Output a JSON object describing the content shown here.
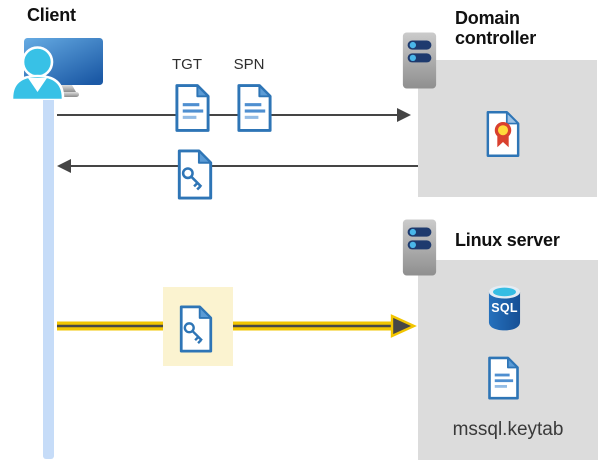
{
  "client": {
    "label": "Client"
  },
  "kerberos_flow": {
    "tgt_label": "TGT",
    "spn_label": "SPN"
  },
  "domain_controller": {
    "label": "Domain controller"
  },
  "linux_server": {
    "label": "Linux server",
    "database_label": "SQL",
    "keytab_file": "mssql.keytab"
  },
  "colors": {
    "document_blue": "#2e75b6",
    "document_fold_blue": "#5b9bd5",
    "timeline_blue": "#c6dcf8",
    "box_gray": "#dcdcdc",
    "arrow_gray": "#454545",
    "highlight_yellow": "#fbf3d0",
    "arrow_yellow": "#f2c500",
    "server_bar_navy": "#1e3a6e",
    "server_dot_cyan": "#49b6e9",
    "person_cyan": "#38c1e6",
    "certificate_red": "#d9402e",
    "certificate_gold": "#ffd93b",
    "sql_cylinder_blue": "#1e63ad"
  }
}
